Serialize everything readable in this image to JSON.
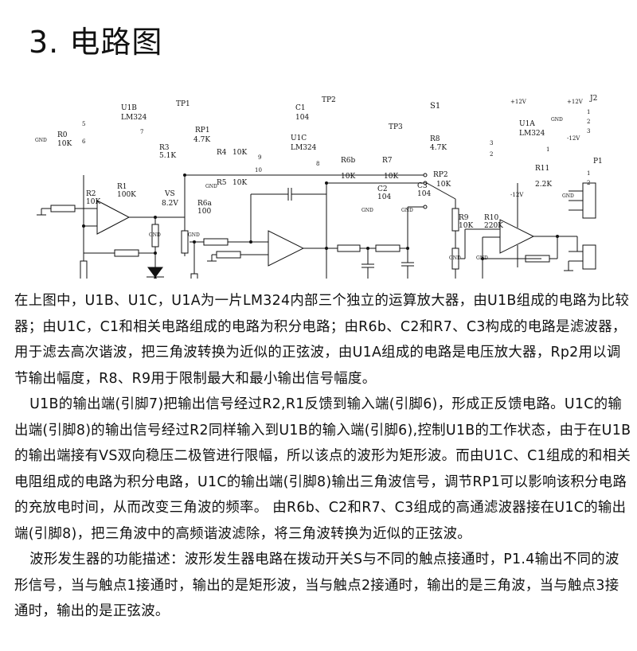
{
  "title": "3. 电路图",
  "schematic": {
    "labels": {
      "tp1": "TP1",
      "tp2": "TP2",
      "tp3": "TP3",
      "c1": "C1",
      "c1v": "104",
      "s1": "S1",
      "u1b": "U1B",
      "u1b_part": "LM324",
      "u1c": "U1C",
      "u1c_part": "LM324",
      "u1a": "U1A",
      "u1a_part": "LM324",
      "rp1": "RP1",
      "rp1v": "4.7K",
      "rp2": "RP2",
      "rp2v": "10K",
      "r0": "R0",
      "r0v": "10K",
      "r1": "R1",
      "r1v": "100K",
      "r2": "R2",
      "r2v": "10K",
      "r3": "R3",
      "r3v": "5.1K",
      "r4": "R4",
      "r4v": "10K",
      "r5": "R5",
      "r5v": "10K",
      "r6a": "R6a",
      "r6av": "100",
      "r6b": "R6b",
      "r6bv": "10K",
      "r7": "R7",
      "r7v": "10K",
      "r8": "R8",
      "r8v": "4.7K",
      "r9": "R9",
      "r9v": "10K",
      "r10": "R10",
      "r10v": "220K",
      "r11": "R11",
      "r11v": "2.2K",
      "c2": "C2",
      "c2v": "104",
      "c3": "C3",
      "c3v": "104",
      "vs": "VS",
      "vsv": "8.2V",
      "j2": "J2",
      "p1": "P1",
      "gnd": "GND",
      "vp12": "+12V",
      "vm12": "-12V",
      "pin1": "1",
      "pin2": "2",
      "pin3": "3",
      "pin5": "5",
      "pin6": "6",
      "pin7": "7",
      "pin8": "8",
      "pin9": "9",
      "pin10": "10"
    }
  },
  "article": {
    "p1": "在上图中，U1B、U1C，U1A为一片LM324内部三个独立的运算放大器，由U1B组成的电路为比较器；由U1C，C1和相关电路组成的电路为积分电路；由R6b、C2和R7、C3构成的电路是滤波器，用于滤去高次谐波，把三角波转换为近似的正弦波，由U1A组成的电路是电压放大器，Rp2用以调节输出幅度，R8、R9用于限制最大和最小输出信号幅度。",
    "p2": "U1B的输出端(引脚7)把输出信号经过R2,R1反馈到输入端(引脚6)，形成正反馈电路。U1C的输出端(引脚8)的输出信号经过R2同样输入到U1B的输入端(引脚6),控制U1B的工作状态，由于在U1B的输出端接有VS双向稳压二极管进行限幅，所以该点的波形为矩形波。而由U1C、C1组成的和相关电阻组成的电路为积分电路，U1C的输出端(引脚8)输出三角波信号，调节RP1可以影响该积分电路的充放电时间，从而改变三角波的频率。 由R6b、C2和R7、C3组成的高通滤波器接在U1C的输出端(引脚8)，把三角波中的高频谐波滤除，将三角波转换为近似的正弦波。",
    "p3": "波形发生器的功能描述：波形发生器电路在拨动开关S与不同的触点接通时，P1.4输出不同的波形信号，当与触点1接通时，输出的是矩形波，当与触点2接通时，输出的是三角波，当与触点3接通时，输出的是正弦波。"
  }
}
